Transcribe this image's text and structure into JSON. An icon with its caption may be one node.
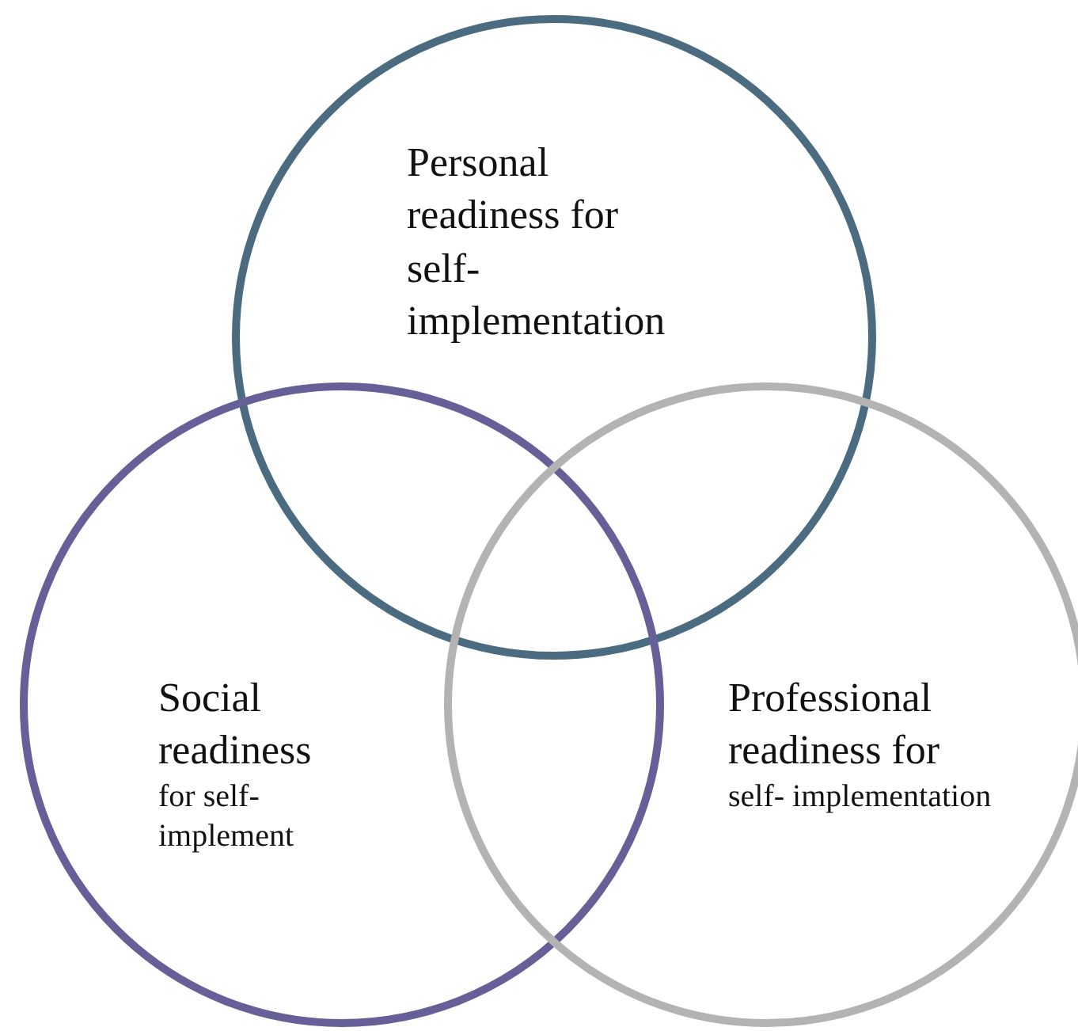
{
  "diagram": {
    "nodes": [
      {
        "text": [
          "Personal readiness for self- implementation"
        ]
      },
      {
        "text": [
          "Social readiness",
          "for self- implement"
        ]
      },
      {
        "text": [
          "Professional readiness for",
          "self- implementation"
        ]
      }
    ]
  }
}
